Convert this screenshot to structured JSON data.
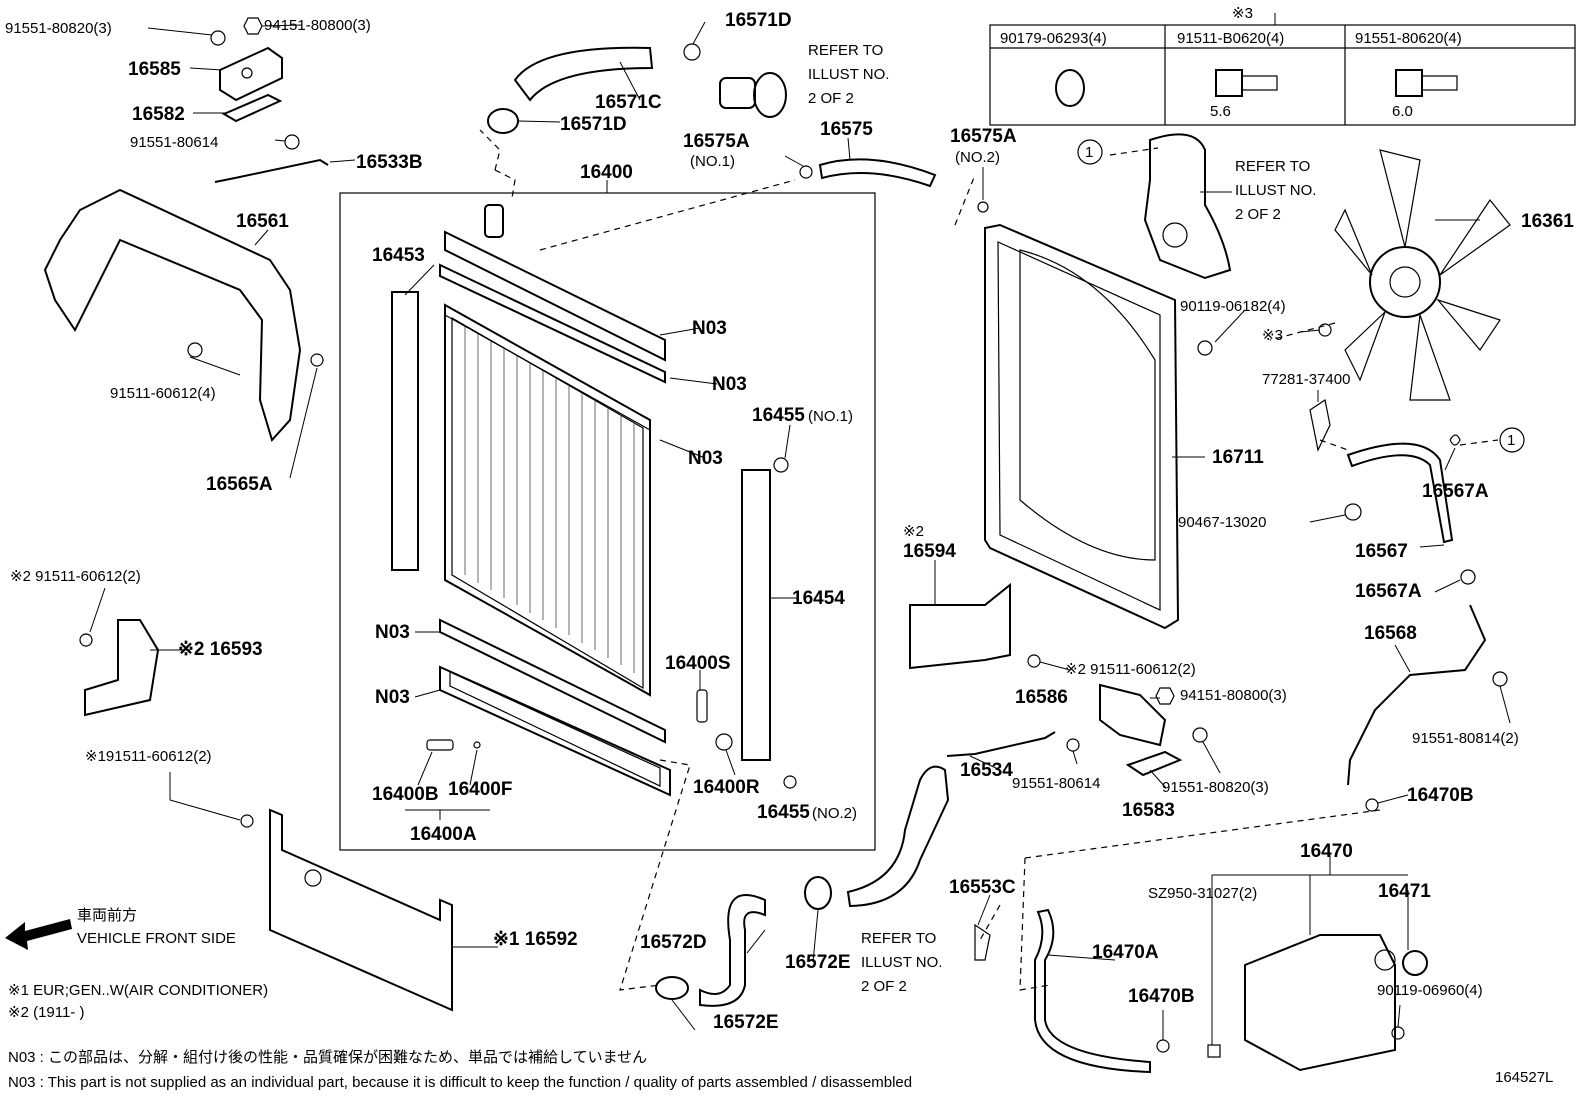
{
  "diagram_id": "164527L",
  "parts": {
    "p91551_80820_top": "91551-80820(3)",
    "p94151_80800_top": "94151-80800(3)",
    "p16585": "16585",
    "p16582": "16582",
    "p91551_80614_top": "91551-80614",
    "p16533B": "16533B",
    "p16561": "16561",
    "p91511_60612_4": "91511-60612(4)",
    "p16565A": "16565A",
    "p16571D_top": "16571D",
    "p16571C": "16571C",
    "p16571D_mid": "16571D",
    "p16575A_no1": "16575A",
    "p16575A_no1_sub": "(NO.1)",
    "p16575": "16575",
    "p16575A_no2": "16575A",
    "p16575A_no2_sub": "(NO.2)",
    "p16400": "16400",
    "p16453": "16453",
    "n03_1": "N03",
    "n03_2": "N03",
    "n03_3": "N03",
    "n03_4": "N03",
    "n03_5": "N03",
    "p16455_no1": "16455",
    "p16455_no1_sub": "(NO.1)",
    "p16454": "16454",
    "p16400S": "16400S",
    "p16400R": "16400R",
    "p16455_no2": "16455",
    "p16455_no2_sub": "(NO.2)",
    "p16400B": "16400B",
    "p16400F": "16400F",
    "p16400A": "16400A",
    "p91511_60612_2a": "※2 91511-60612(2)",
    "p16593": "※2 16593",
    "p91511_60612_2b": "※191511-60612(2)",
    "p16592": "※1 16592",
    "p16572D": "16572D",
    "p16572E_a": "16572E",
    "p16572E_b": "16572E",
    "p90179": "90179-06293(4)",
    "p91511_B0620": "91511-B0620(4)",
    "p91551_80620": "91551-80620(4)",
    "dim_56": "5.6",
    "dim_60": "6.0",
    "table_mark": "※3",
    "p90119_06182": "90119-06182(4)",
    "mark3": "※3",
    "p16361": "16361",
    "p77281": "77281-37400",
    "p16711": "16711",
    "p16567A_a": "16567A",
    "p90467": "90467-13020",
    "p16567": "16567",
    "p16567A_b": "16567A",
    "p16594_mark": "※2",
    "p16594": "16594",
    "p91511_60612_2c": "※2 91511-60612(2)",
    "p16586": "16586",
    "p94151_80800_b": "94151-80800(3)",
    "p16534": "16534",
    "p91551_80614_b": "91551-80614",
    "p91551_80820_b": "91551-80820(3)",
    "p16583": "16583",
    "p16568": "16568",
    "p91551_80814": "91551-80814(2)",
    "p16470B_a": "16470B",
    "p16470": "16470",
    "pSZ950": "SZ950-31027(2)",
    "p16471": "16471",
    "p16553C": "16553C",
    "p16470A": "16470A",
    "p16470B_b": "16470B",
    "p90119_06960": "90119-06960(4)",
    "circle_ref": "1"
  },
  "refs": {
    "refer_1": [
      "REFER TO",
      "ILLUST NO.",
      "2 OF 2"
    ],
    "refer_2": [
      "REFER TO",
      "ILLUST NO.",
      "2 OF 2"
    ],
    "refer_3": [
      "REFER TO",
      "ILLUST NO.",
      "2 OF 2"
    ]
  },
  "legend": {
    "front_jp": "車両前方",
    "front_en": "VEHICLE FRONT SIDE",
    "note1": "※1 EUR;GEN..W(AIR CONDITIONER)",
    "note2": "※2 (1911-       )",
    "n03_jp": "N03 : この部品は、分解・組付け後の性能・品質確保が困難なため、単品では補給していません",
    "n03_en": "N03 : This part is not supplied as an individual part, because it is difficult to keep the function / quality of parts assembled / disassembled"
  }
}
